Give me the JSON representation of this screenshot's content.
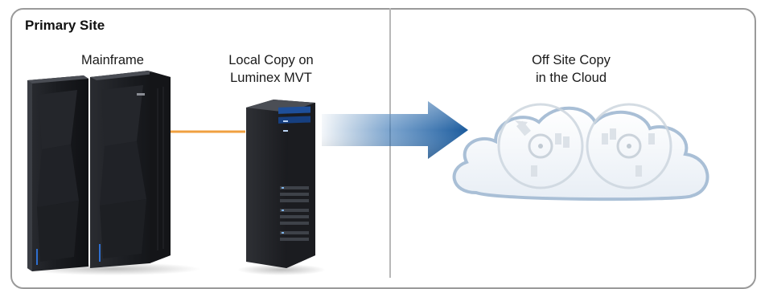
{
  "panel": {
    "title": "Primary Site"
  },
  "nodes": {
    "mainframe": "Mainframe",
    "local_copy": [
      "Local Copy on",
      "Luminex MVT"
    ],
    "offsite_copy": [
      "Off Site Copy",
      "in the Cloud"
    ]
  },
  "colors": {
    "link": "#f0a040",
    "arrow": "#1f5fa0",
    "hardware": "#1c1e22",
    "cloud_outline": "#a9bfd6",
    "border": "#9a9a9a"
  },
  "icons": [
    "mainframe-icon",
    "server-rack-icon",
    "arrow-right-icon",
    "cloud-icon",
    "tape-reel-icon"
  ]
}
